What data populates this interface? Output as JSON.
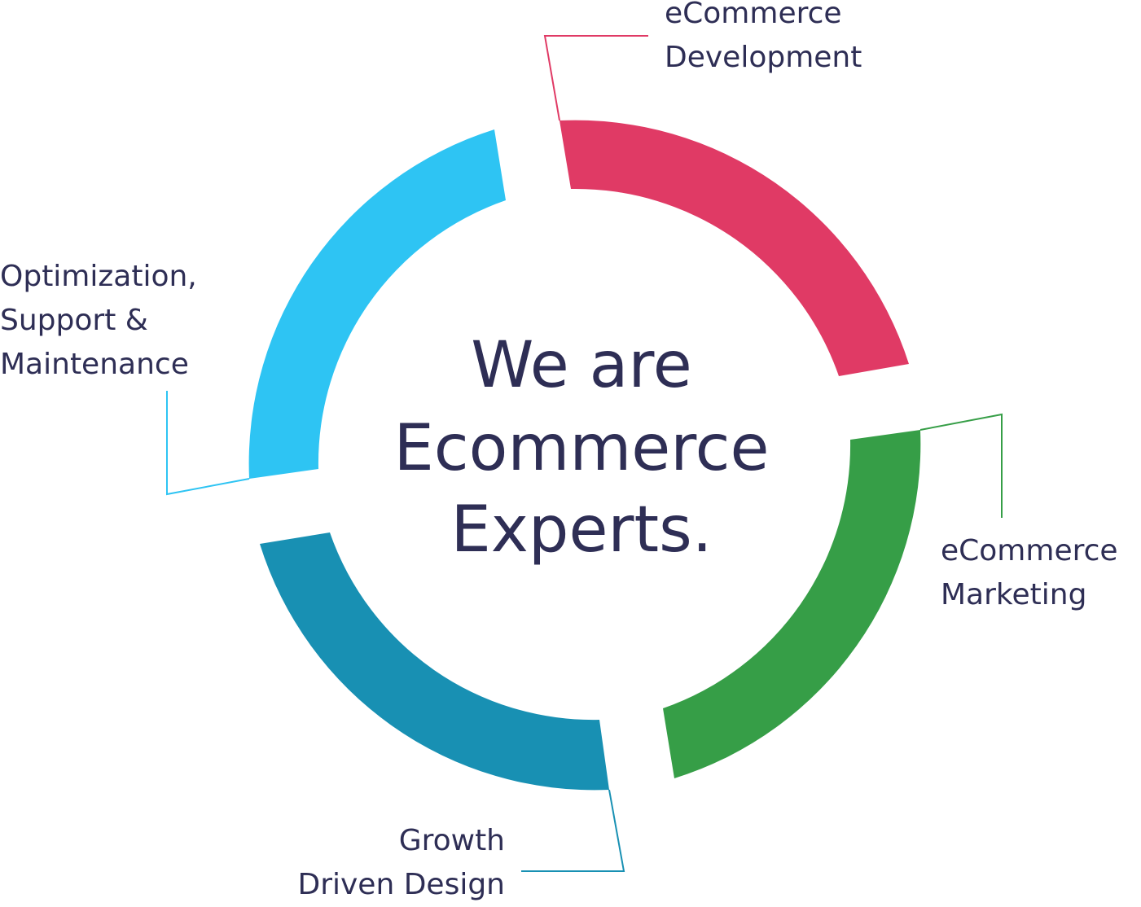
{
  "center": {
    "line1": "We are",
    "line2": "Ecommerce",
    "line3": "Experts."
  },
  "segments": {
    "development": {
      "line1": "eCommerce",
      "line2": "Development",
      "color": "#e03a65"
    },
    "marketing": {
      "line1": "eCommerce",
      "line2": "Marketing",
      "color": "#369e47"
    },
    "growth": {
      "line1": "Growth",
      "line2": "Driven Design",
      "color": "#1890b3"
    },
    "optimization": {
      "line1": "Optimization,",
      "line2": "Support &",
      "line3": "Maintenance",
      "color": "#2ec4f3"
    }
  },
  "text_color": "#2e2e55"
}
